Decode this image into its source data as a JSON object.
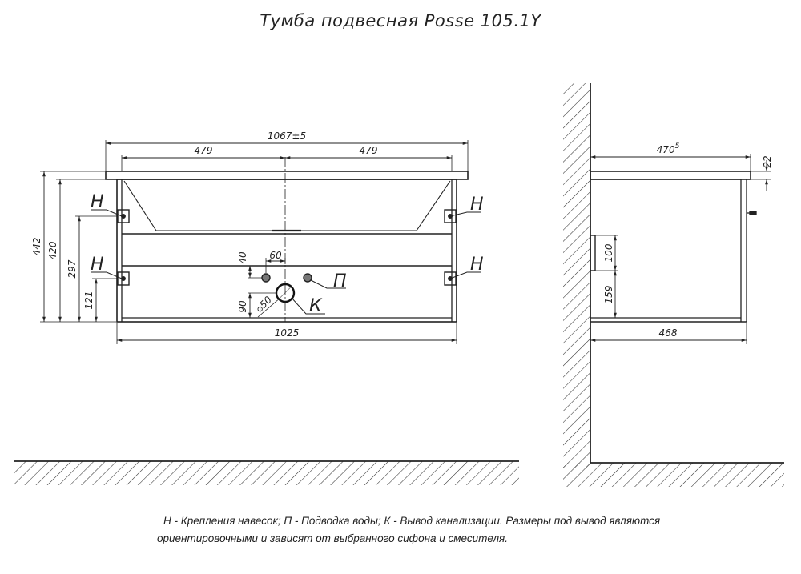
{
  "title": "Тумба подвесная Posse 105.1Y",
  "front_view": {
    "width_total": "1067±5",
    "width_left_half": "479",
    "width_right_half": "479",
    "width_body": "1025",
    "height_total": "442",
    "height_body": "420",
    "height_upper_mount": "297",
    "height_lower_mount": "121",
    "pipe_offset_vertical": "40",
    "pipe_spacing": "60",
    "drain_height": "90",
    "drain_diameter": "⌀50",
    "labels": {
      "mount_left_upper": "Н",
      "mount_right_upper": "Н",
      "mount_left_lower": "Н",
      "mount_right_lower": "Н",
      "water_supply": "П",
      "drain": "К"
    }
  },
  "side_view": {
    "depth_top": "470",
    "depth_top_sup": "5",
    "top_thickness": "22",
    "depth_body": "468",
    "drawer_height": "100",
    "drawer_offset": "159"
  },
  "legend": {
    "line1": "Н - Крепления навесок; П - Подводка воды; К - Вывод канализации. Размеры под вывод являются",
    "line2": "ориентировочными и зависят от выбранного сифона и смесителя."
  }
}
